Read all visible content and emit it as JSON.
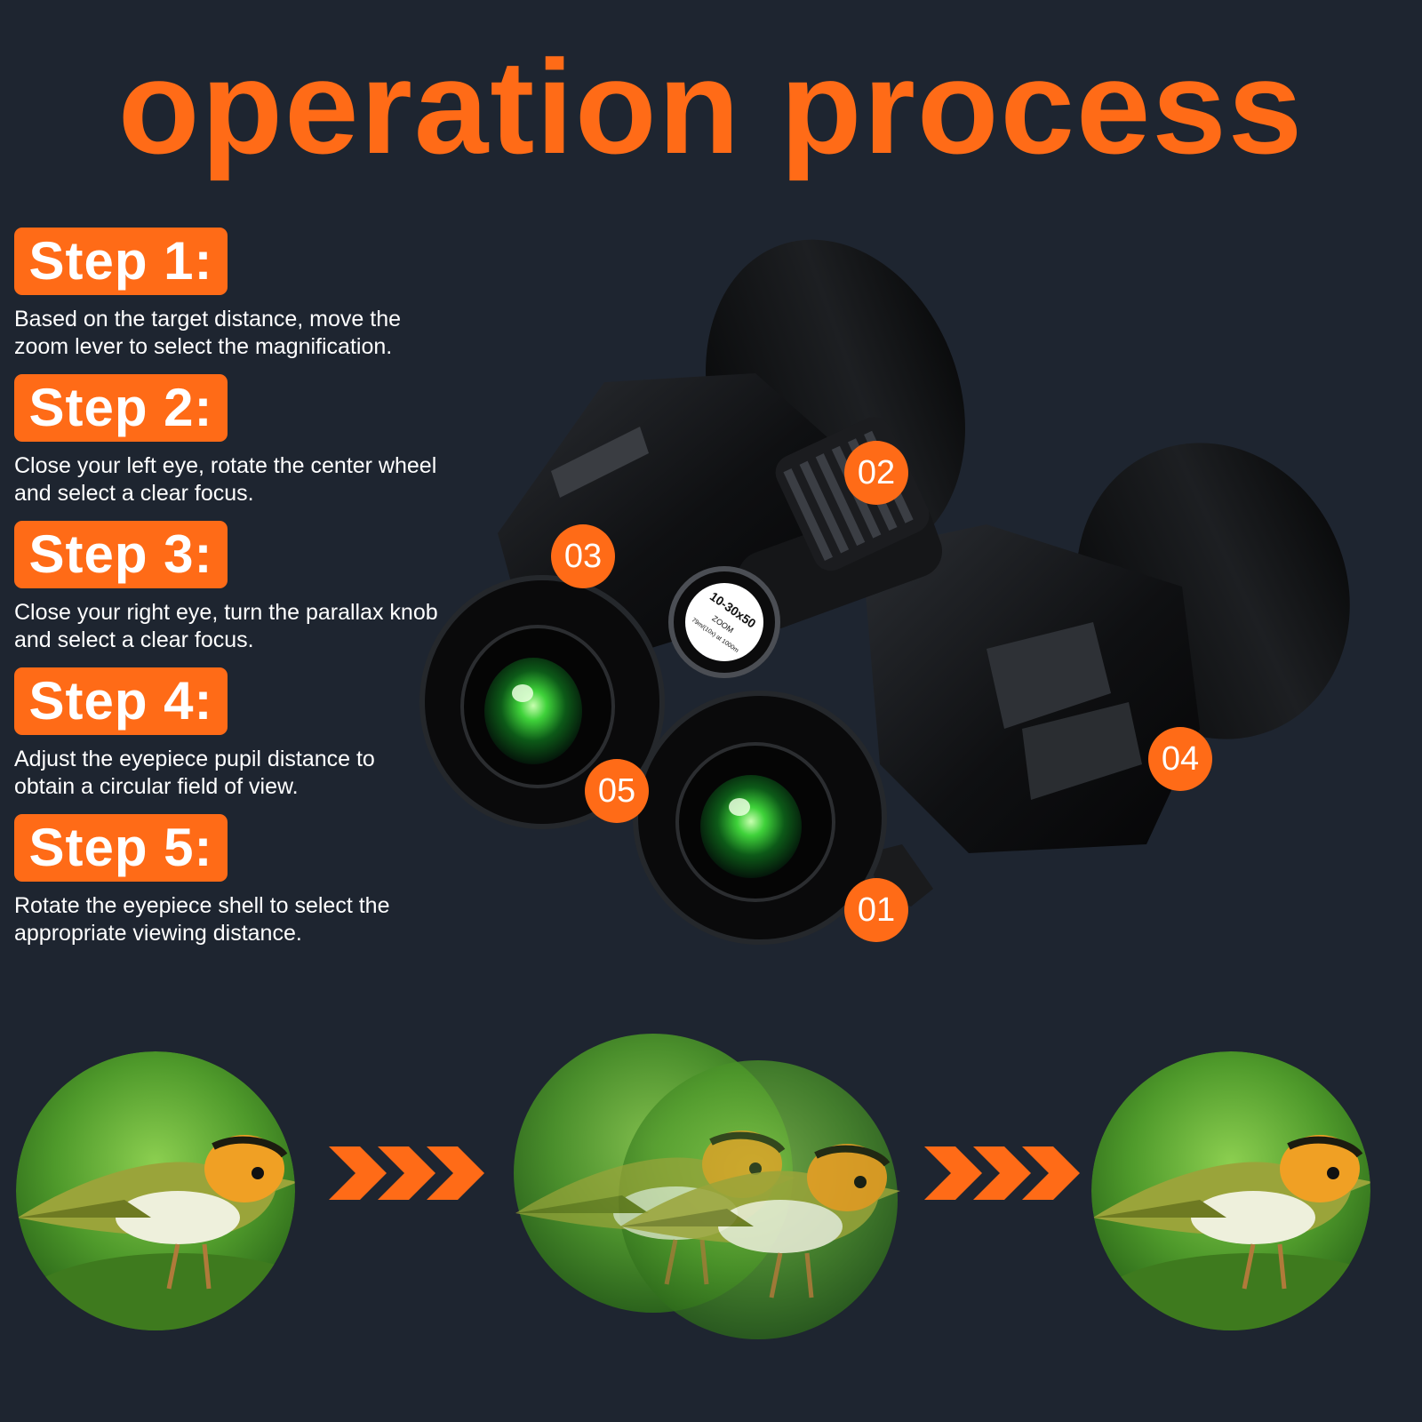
{
  "title": "operation process",
  "colors": {
    "background": "#1e2530",
    "accent": "#ff6b17",
    "text": "#ffffff"
  },
  "steps": [
    {
      "label": "Step 1:",
      "text": "Based on the target distance, move the zoom lever to select the magnification."
    },
    {
      "label": "Step 2:",
      "text": "Close your left eye, rotate the center wheel and select a clear focus."
    },
    {
      "label": "Step 3:",
      "text": "Close your right eye, turn the parallax knob and select a clear focus."
    },
    {
      "label": "Step 4:",
      "text": "Adjust the eyepiece pupil distance to obtain a circular field of view."
    },
    {
      "label": "Step 5:",
      "text": "Rotate the eyepiece shell to select the appropriate viewing distance."
    }
  ],
  "callouts": [
    "01",
    "02",
    "03",
    "04",
    "05"
  ],
  "product": {
    "badge_line1": "10-30x50",
    "badge_line2": "ZOOM",
    "badge_line3": "79m/(10x) at 1000m",
    "icon": "binoculars-icon"
  },
  "sequence": {
    "images": [
      "bird-view-clear",
      "bird-view-double",
      "bird-view-clear"
    ],
    "arrow_icon": "triple-chevron-right-icon"
  }
}
